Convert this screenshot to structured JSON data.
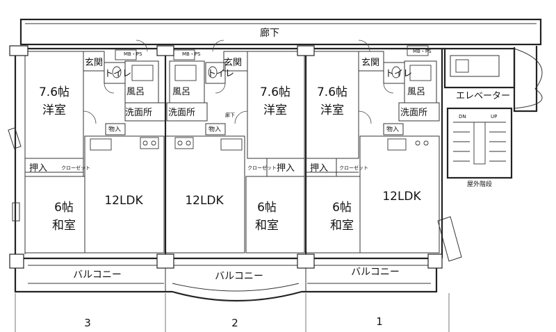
{
  "corridor": "廊下",
  "elevator": "エレベーター",
  "stairs": "屋外階段",
  "dn": "DN",
  "up": "UP",
  "mbps": "MB・PS",
  "clos": "クローゼット",
  "gekka": "廊下",
  "balcony": "バルコニー",
  "units": [
    {
      "number": "3",
      "western": "7.6帖",
      "western_label": "洋室",
      "japanese": "6帖",
      "japanese_label": "和室",
      "ldk": "12LDK",
      "entrance": "玄関",
      "toilet": "トイレ",
      "bath": "風呂",
      "washroom": "洗面所",
      "storage": "物入",
      "oshiire": "押入"
    },
    {
      "number": "2",
      "western": "7.6帖",
      "western_label": "洋室",
      "japanese": "6帖",
      "japanese_label": "和室",
      "ldk": "12LDK",
      "entrance": "玄関",
      "toilet": "トイレ",
      "bath": "風呂",
      "washroom": "洗面所",
      "storage": "物入",
      "oshiire": "押入"
    },
    {
      "number": "1",
      "western": "7.6帖",
      "western_label": "洋室",
      "japanese": "6帖",
      "japanese_label": "和室",
      "ldk": "12LDK",
      "entrance": "玄関",
      "toilet": "トイレ",
      "bath": "風呂",
      "washroom": "洗面所",
      "storage": "物入",
      "oshiire": "押入"
    }
  ]
}
